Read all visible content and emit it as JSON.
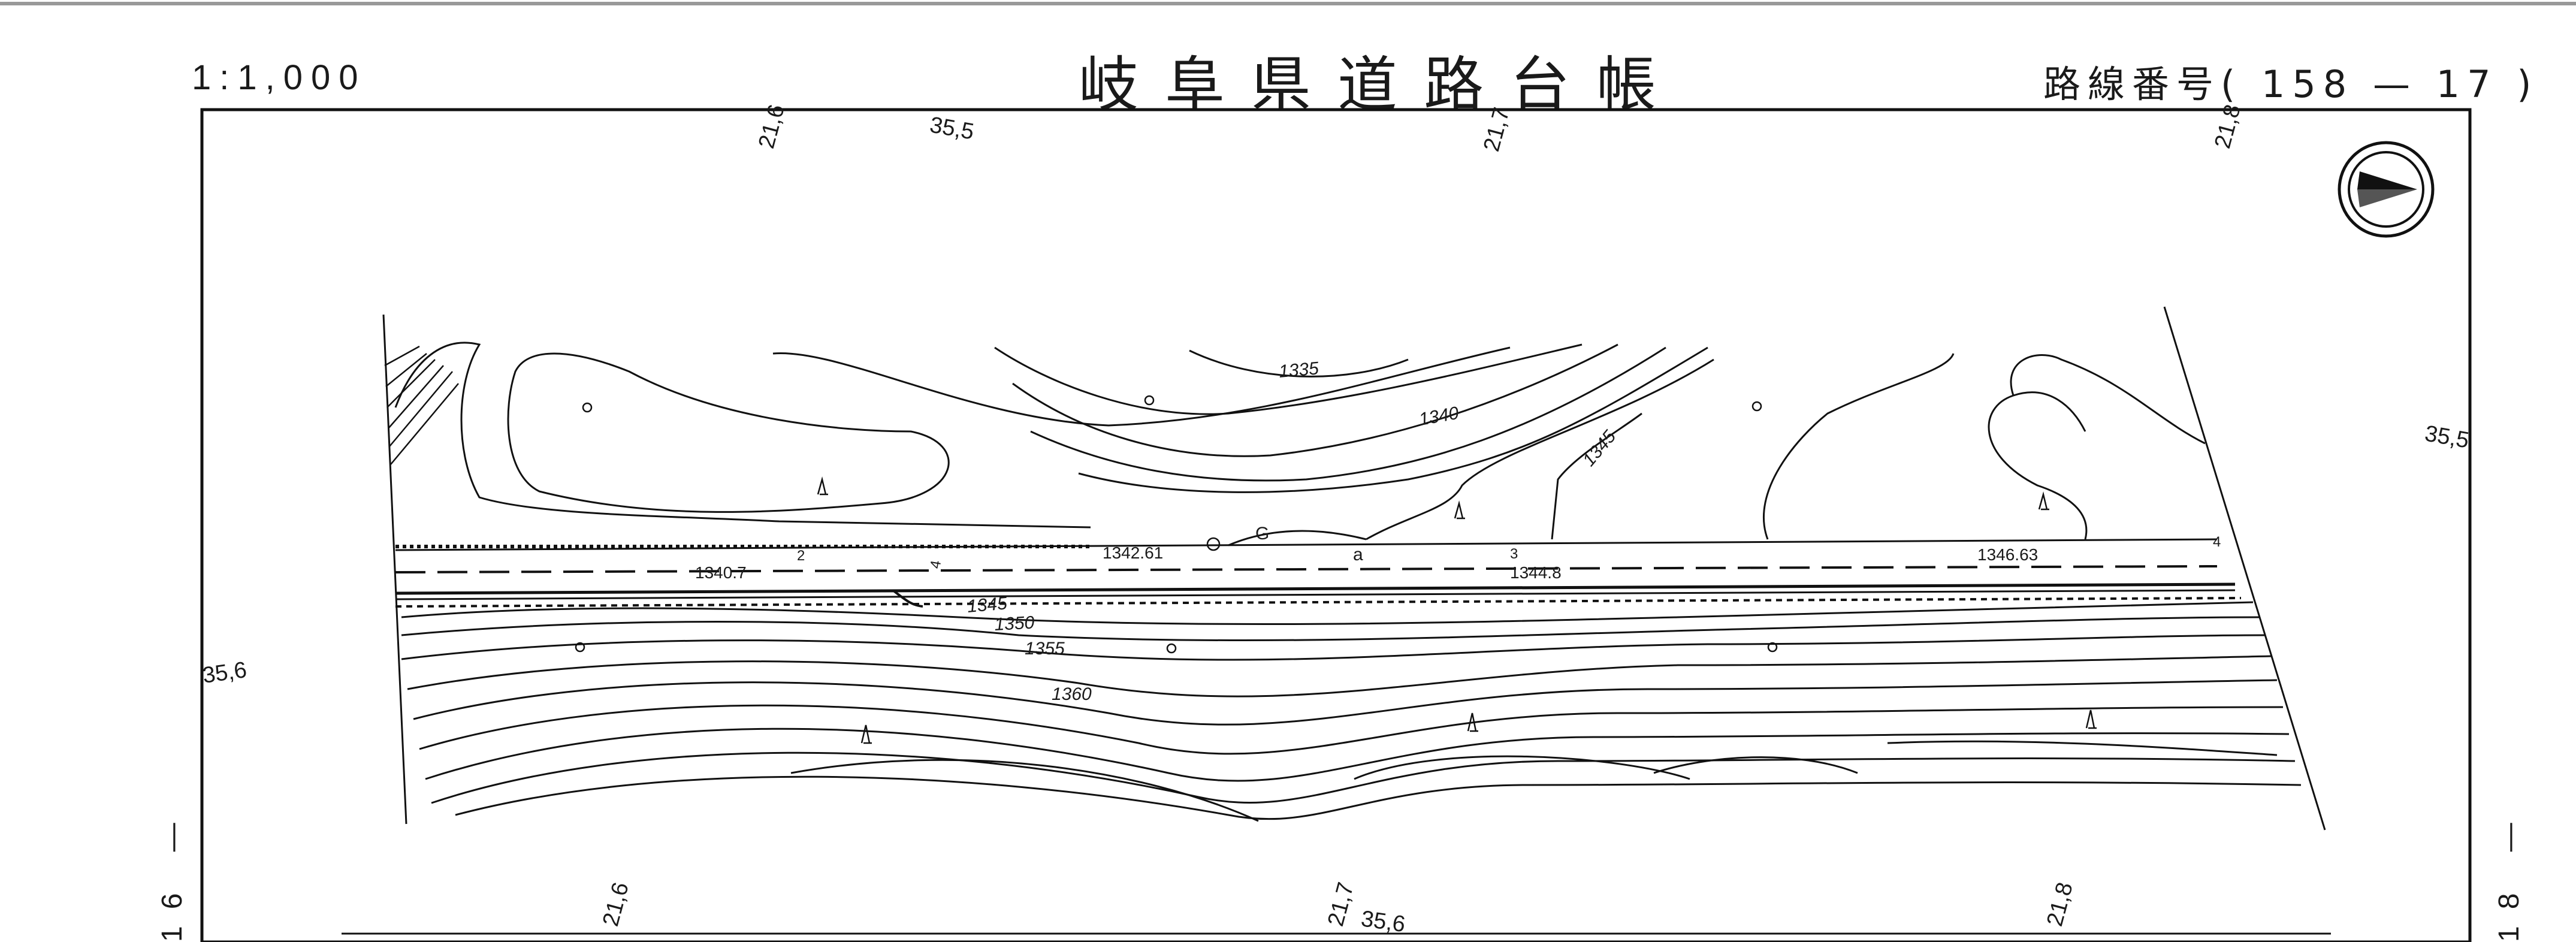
{
  "header": {
    "title": "岐阜県道路台帳",
    "scale": "1:1,000",
    "route_number": "路線番号( 158  —  17 )"
  },
  "sheet_links": {
    "left": "16 —",
    "right": "18 —"
  },
  "grid_labels": {
    "top_216": "21,6",
    "top_355": "35,5",
    "top_217": "21,7",
    "top_218": "21,8",
    "right_355": "35,5",
    "left_356": "35,6",
    "bottom_216": "21,6",
    "bottom_217": "21,7",
    "bottom_356": "35,6",
    "bottom_218": "21,8"
  },
  "contour_labels": {
    "c1335": "1335",
    "c1340": "1340",
    "c1345_north": "1345",
    "c1345_south": "1345",
    "c1350": "1350",
    "c1355": "1355",
    "c1360": "1360"
  },
  "elevations": {
    "e1": "1340.7",
    "e2": "1342.61",
    "e3": "1344.8",
    "e4": "1346.63"
  },
  "station_marks": {
    "s2": "2",
    "s3": "3",
    "s4": "4",
    "s4b": "4"
  },
  "symbols": {
    "g_mark": "G",
    "a_mark": "a",
    "north_arrow": "north-arrow-icon",
    "tree": "tree-symbol-icon",
    "boulder": "boulder-icon"
  }
}
